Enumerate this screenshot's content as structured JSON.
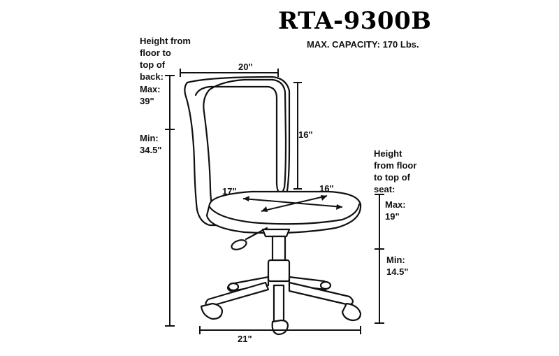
{
  "model": "RTA-9300B",
  "capacity": "MAX. CAPACITY: 170 Lbs.",
  "back_height": {
    "heading": "Height from\nfloor to\ntop of\nback:",
    "max": "Max:\n39\"",
    "min": "Min:\n34.5\""
  },
  "seat_height": {
    "heading": "Height\nfrom floor\nto top of\nseat:",
    "max": "Max:\n19\"",
    "min": "Min:\n14.5\""
  },
  "dimensions": {
    "back_width": "20\"",
    "back_height": "16\"",
    "seat_depth": "17\"",
    "seat_width": "16\"",
    "base_width": "21\""
  }
}
